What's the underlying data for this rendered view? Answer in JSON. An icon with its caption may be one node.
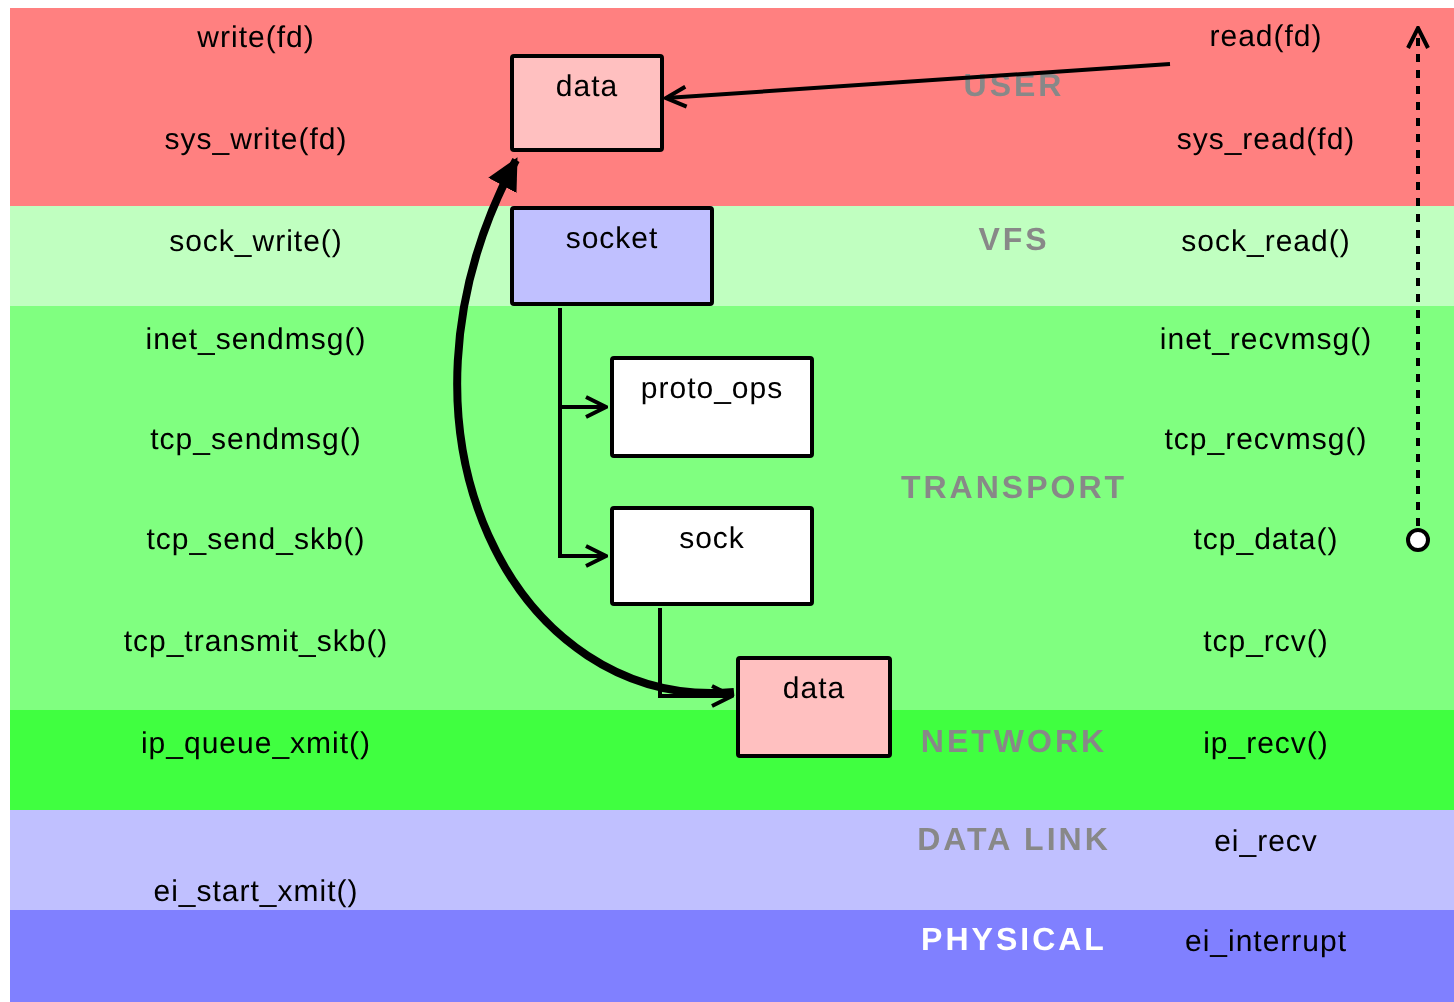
{
  "diagram": {
    "nodes": [
      {
        "text": [
          "USER"
        ]
      },
      {
        "text": [
          "data"
        ],
        "in": 0
      },
      {
        "text": [
          "read(fd)"
        ],
        "in": 0
      },
      {
        "text": [
          "VFS"
        ]
      },
      {
        "text": [
          "socket"
        ],
        "in": 3
      },
      {
        "text": [
          "TRANSPORT"
        ]
      },
      {
        "text": [
          "proto_ops"
        ],
        "in": 5
      },
      {
        "text": [
          "sock"
        ],
        "in": 5
      },
      {
        "text": [],
        "shape": "circle",
        "in": 5
      },
      {
        "text": [
          "data"
        ]
      },
      {
        "text": [
          "NETWORK"
        ]
      },
      {
        "text": [
          "DATA LINK"
        ]
      },
      {
        "text": [
          "PHYSICAL"
        ]
      }
    ],
    "edges": [
      {
        "from": 2,
        "to": 1,
        "arrow": "to"
      },
      {
        "from": 4,
        "to": 6,
        "arrow": "to"
      },
      {
        "from": 4,
        "to": 7,
        "arrow": "to"
      },
      {
        "from": 7,
        "to": 9,
        "arrow": "to"
      },
      {
        "from": 9,
        "to": 1,
        "arrow": "to",
        "style": "thick"
      },
      {
        "from": 8,
        "to": 0,
        "arrow": "to",
        "style": "dashed"
      }
    ],
    "labels": [
      "write(fd)",
      "sys_write(fd)",
      "sys_read(fd)",
      "sock_write()",
      "sock_read()",
      "inet_sendmsg()",
      "inet_recvmsg()",
      "tcp_sendmsg()",
      "tcp_recvmsg()",
      "tcp_send_skb()",
      "tcp_data()",
      "tcp_transmit_skb()",
      "tcp_rcv()",
      "ip_queue_xmit()",
      "ip_recv()",
      "ei_recv",
      "ei_start_xmit()",
      "ei_interrupt"
    ]
  }
}
